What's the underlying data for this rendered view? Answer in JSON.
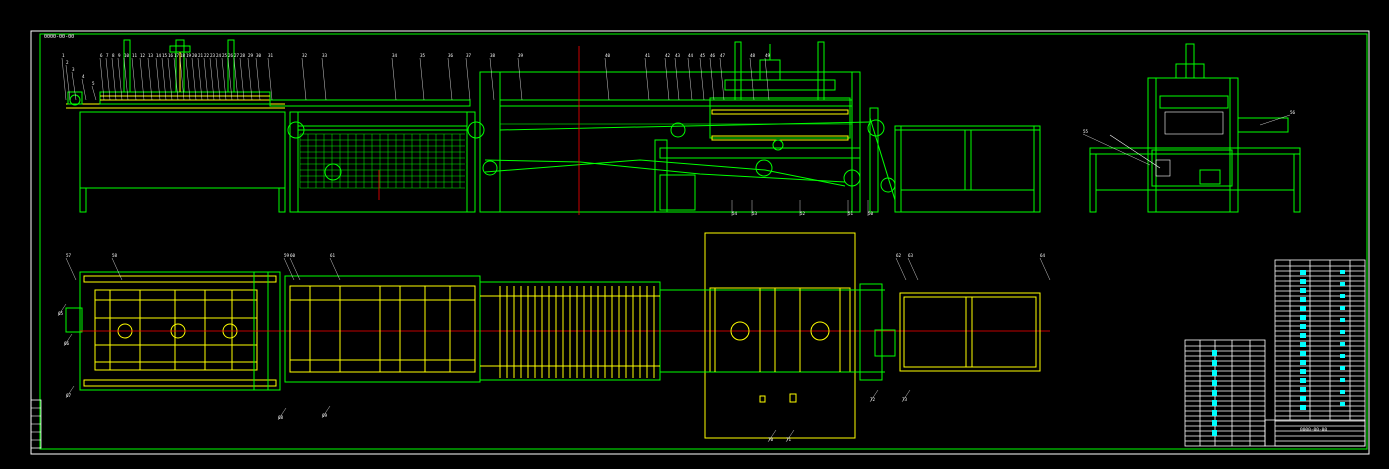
{
  "drawing": {
    "corner_label": "0000-00-00",
    "colors": {
      "background": "#000000",
      "frame": "#ffffff",
      "green": "#00ff00",
      "yellow": "#ffff00",
      "red": "#ff0000",
      "cyan": "#00ffff",
      "magenta": "#ff00ff"
    }
  },
  "views": {
    "elevation": {
      "balloons_top": [
        "1",
        "2",
        "3",
        "4",
        "5",
        "6",
        "7",
        "8",
        "9",
        "10",
        "11",
        "12",
        "13",
        "14",
        "15",
        "16",
        "17",
        "18",
        "19",
        "20",
        "21",
        "22",
        "23",
        "24",
        "25",
        "26",
        "27",
        "28",
        "29",
        "30",
        "31",
        "32",
        "33",
        "34",
        "35",
        "36",
        "37",
        "38",
        "39",
        "40",
        "41",
        "42",
        "43",
        "44",
        "45",
        "46",
        "47",
        "48",
        "49"
      ],
      "balloons_bottom": [
        "54",
        "53",
        "52",
        "51",
        "50"
      ]
    },
    "side": {
      "balloons": [
        "55",
        "56"
      ]
    },
    "plan": {
      "balloons_top": [
        "57",
        "58",
        "59",
        "60",
        "61",
        "62",
        "63",
        "64"
      ],
      "balloons_bottom": [
        "65",
        "66",
        "67",
        "68",
        "69",
        "70",
        "71",
        "72",
        "73"
      ]
    }
  },
  "title_block": {
    "label": "0000-00-00"
  }
}
